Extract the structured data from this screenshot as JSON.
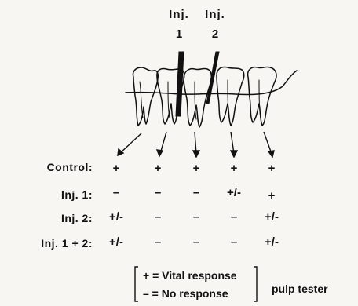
{
  "injections": [
    {
      "label": "Inj.",
      "number": "1"
    },
    {
      "label": "Inj.",
      "number": "2"
    }
  ],
  "rows": [
    {
      "label": "Control:",
      "cells": [
        "+",
        "+",
        "+",
        "+",
        "+"
      ]
    },
    {
      "label": "Inj. 1:",
      "cells": [
        "–",
        "–",
        "–",
        "+/-",
        "+"
      ]
    },
    {
      "label": "Inj. 2:",
      "cells": [
        "+/-",
        "–",
        "–",
        "–",
        "+/-"
      ]
    },
    {
      "label": "Inj.  1 + 2:",
      "cells": [
        "+/-",
        "–",
        "–",
        "–",
        "+/-"
      ]
    }
  ],
  "legend": {
    "line1": "+  =  Vital response",
    "line2": "–  =  No response",
    "side": "pulp tester"
  },
  "colors": {
    "ink": "#111111",
    "background": "#f7f6f2"
  }
}
